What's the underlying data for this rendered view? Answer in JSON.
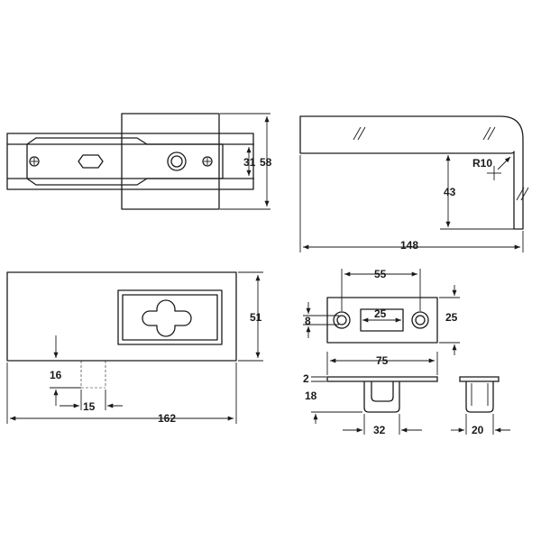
{
  "dimensions": {
    "top_left_height_inner": "31",
    "top_left_height_outer": "58",
    "profile_radius": "R10",
    "profile_height": "43",
    "profile_length": "148",
    "front_height": "51",
    "front_offset": "16",
    "front_slot_width": "15",
    "front_length": "162",
    "strike_hole_spacing": "55",
    "strike_slot_width": "25",
    "strike_hole_dia": "8",
    "strike_height": "25",
    "strike_plate_length": "75",
    "strike_plate_thickness": "2",
    "strike_box_depth": "18",
    "strike_box_width": "32",
    "side_box_width": "20"
  }
}
